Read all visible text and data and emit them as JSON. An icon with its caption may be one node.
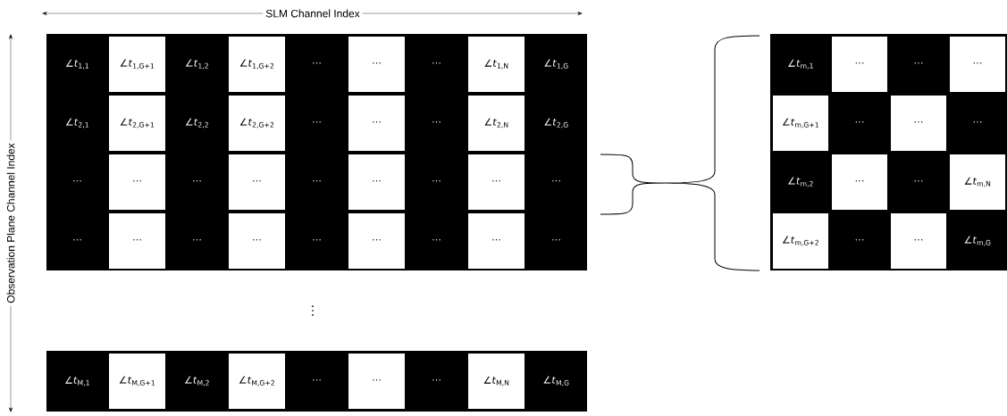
{
  "diagram": {
    "nodes": [
      {
        "text": [
          "∠*t*$_{1,1}$"
        ]
      },
      {
        "text": [
          "∠*t*$_{1,G+1}$"
        ]
      },
      {
        "text": [
          "∠*t*$_{1,2}$"
        ]
      },
      {
        "text": [
          "∠*t*$_{1,G+2}$"
        ]
      },
      {
        "text": [
          "⋯"
        ]
      },
      {
        "text": [
          "⋯"
        ]
      },
      {
        "text": [
          "⋯"
        ]
      },
      {
        "text": [
          "∠*t*$_{1,N}$"
        ]
      },
      {
        "text": [
          "∠*t*$_{1,G}$"
        ]
      },
      {
        "text": [
          "∠*t*$_{2,1}$"
        ]
      },
      {
        "text": [
          "∠*t*$_{2,G+1}$"
        ]
      },
      {
        "text": [
          "∠*t*$_{2,2}$"
        ]
      },
      {
        "text": [
          "∠*t*$_{2,G+2}$"
        ]
      },
      {
        "text": [
          "⋯"
        ]
      },
      {
        "text": [
          "⋯"
        ]
      },
      {
        "text": [
          "⋯"
        ]
      },
      {
        "text": [
          "∠*t*$_{2,N}$"
        ]
      },
      {
        "text": [
          "∠*t*$_{2,G}$"
        ]
      },
      {
        "text": [
          "⋯"
        ]
      },
      {
        "text": [
          "⋯"
        ]
      },
      {
        "text": [
          "⋯"
        ]
      },
      {
        "text": [
          "⋯"
        ]
      },
      {
        "text": [
          "⋯"
        ]
      },
      {
        "text": [
          "⋯"
        ]
      },
      {
        "text": [
          "⋯"
        ]
      },
      {
        "text": [
          "⋯"
        ]
      },
      {
        "text": [
          "⋯"
        ]
      },
      {
        "text": [
          "⋯"
        ]
      },
      {
        "text": [
          "⋯"
        ]
      },
      {
        "text": [
          "⋯"
        ]
      },
      {
        "text": [
          "⋯"
        ]
      },
      {
        "text": [
          "⋯"
        ]
      },
      {
        "text": [
          "⋯"
        ]
      },
      {
        "text": [
          "⋯"
        ]
      },
      {
        "text": [
          "⋯"
        ]
      },
      {
        "text": [
          "⋯"
        ]
      },
      {
        "text": [
          "∠*t*$_{M,1}$"
        ]
      },
      {
        "text": [
          "∠*t*$_{M,G+1}$"
        ]
      },
      {
        "text": [
          "∠*t*$_{M,2}$"
        ]
      },
      {
        "text": [
          "∠*t*$_{M,G+2}$"
        ]
      },
      {
        "text": [
          "⋯"
        ]
      },
      {
        "text": [
          "⋯"
        ]
      },
      {
        "text": [
          "⋯"
        ]
      },
      {
        "text": [
          "∠*t*$_{M,N}$"
        ]
      },
      {
        "text": [
          "∠*t*$_{M,G}$"
        ]
      },
      {
        "text": [
          "∠*t*$_{m,1}$"
        ]
      },
      {
        "text": [
          "⋯"
        ]
      },
      {
        "text": [
          "⋯"
        ]
      },
      {
        "text": [
          "⋯"
        ]
      },
      {
        "text": [
          "∠*t*$_{m,G+1}$"
        ]
      },
      {
        "text": [
          "⋯"
        ]
      },
      {
        "text": [
          "⋯"
        ]
      },
      {
        "text": [
          "⋯"
        ]
      },
      {
        "text": [
          "∠*t*$_{m,2}$"
        ]
      },
      {
        "text": [
          "⋯"
        ]
      },
      {
        "text": [
          "⋯"
        ]
      },
      {
        "text": [
          "∠*t*$_{m,N}$"
        ]
      },
      {
        "text": [
          "∠*t*$_{m,G+2}$"
        ]
      },
      {
        "text": [
          "⋯"
        ]
      },
      {
        "text": [
          "⋯"
        ]
      },
      {
        "text": [
          "∠*t*$_{m,G}$"
        ]
      }
    ],
    "labels": [
      "SLM Channel Index",
      "Observation Plane Channel Index",
      "⋮"
    ]
  }
}
